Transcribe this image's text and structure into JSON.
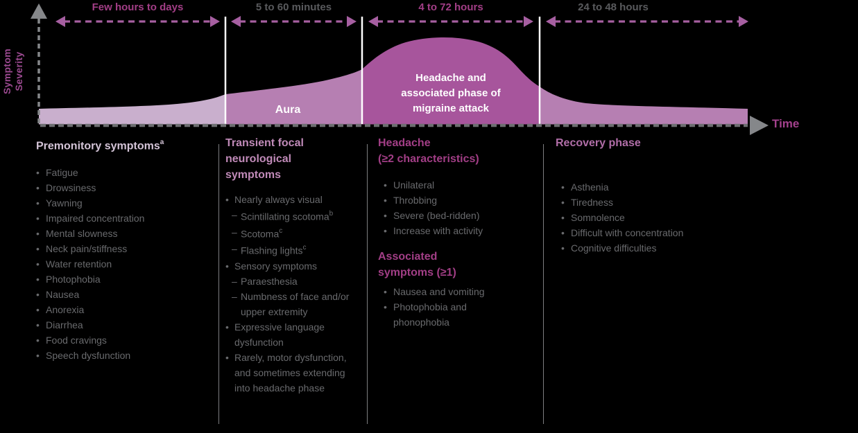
{
  "axes": {
    "y_label": "Symptom\nSeverity",
    "x_label": "Time"
  },
  "timeline": [
    {
      "duration": "Few hours to days"
    },
    {
      "duration": "5 to 60 minutes"
    },
    {
      "duration": "4 to 72 hours"
    },
    {
      "duration": "24 to 48 hours"
    }
  ],
  "curve_labels": {
    "aura": "Aura",
    "headache": "Headache and\nassociated phase of\nmigraine attack"
  },
  "columns": [
    {
      "header": "Premonitory symptoms",
      "header_sup": "a",
      "items": [
        {
          "b": "•",
          "t": "Fatigue"
        },
        {
          "b": "•",
          "t": "Drowsiness"
        },
        {
          "b": "•",
          "t": "Yawning"
        },
        {
          "b": "•",
          "t": "Impaired concentration"
        },
        {
          "b": "•",
          "t": "Mental slowness"
        },
        {
          "b": "•",
          "t": "Neck pain/stiffness"
        },
        {
          "b": "•",
          "t": "Water retention"
        },
        {
          "b": "•",
          "t": "Photophobia"
        },
        {
          "b": "•",
          "t": "Nausea"
        },
        {
          "b": "•",
          "t": "Anorexia"
        },
        {
          "b": "•",
          "t": "Diarrhea"
        },
        {
          "b": "•",
          "t": "Food cravings"
        },
        {
          "b": "•",
          "t": "Speech dysfunction"
        }
      ]
    },
    {
      "header": "Transient focal\nneurological\nsymptoms",
      "items": [
        {
          "b": "•",
          "t": "Nearly always visual"
        },
        {
          "b": "–",
          "t": "Scintillating scotoma",
          "sup": "b",
          "ind": true
        },
        {
          "b": "–",
          "t": "Scotoma",
          "sup": "c",
          "ind": true
        },
        {
          "b": "–",
          "t": "Flashing lights",
          "sup": "c",
          "ind": true
        },
        {
          "b": "•",
          "t": "Sensory symptoms"
        },
        {
          "b": "–",
          "t": "Paraesthesia",
          "ind": true
        },
        {
          "b": "–",
          "t": "Numbness of face and/or upper extremity",
          "ind": true
        },
        {
          "b": "•",
          "t": "Expressive language dysfunction"
        },
        {
          "b": "•",
          "t": "Rarely, motor dysfunction, and sometimes extending into headache phase"
        }
      ]
    },
    {
      "header": "Headache\n(≥2 characteristics)",
      "items": [
        {
          "b": "•",
          "t": "Unilateral"
        },
        {
          "b": "•",
          "t": "Throbbing"
        },
        {
          "b": "•",
          "t": "Severe (bed-ridden)"
        },
        {
          "b": "•",
          "t": "Increase with activity"
        }
      ],
      "subheader": "Associated\nsymptoms (≥1)",
      "items2": [
        {
          "b": "•",
          "t": "Nausea and vomiting"
        },
        {
          "b": "•",
          "t": "Photophobia and phonophobia"
        }
      ]
    },
    {
      "header": "Recovery phase",
      "items": [
        {
          "b": "•",
          "t": "Asthenia"
        },
        {
          "b": "•",
          "t": "Tiredness"
        },
        {
          "b": "•",
          "t": "Somnolence"
        },
        {
          "b": "•",
          "t": "Difficult with concentration"
        },
        {
          "b": "•",
          "t": "Cognitive difficulties"
        }
      ]
    }
  ],
  "colors": {
    "premonitory_fill": "#c9afcd",
    "aura_fill": "#b67fb2",
    "headache_fill": "#a7559c",
    "recovery_fill": "#b67fb2",
    "purple_label": "#a23e86",
    "gray_label": "#595a5d",
    "arrow_purple": "#a65fa1",
    "axis_gray": "#85878a",
    "body_text_gray": "#696a6d"
  }
}
